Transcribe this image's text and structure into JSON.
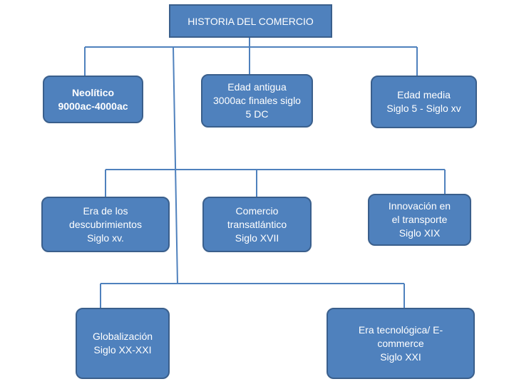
{
  "title": "HISTORIA DEL COMERCIO",
  "nodes": {
    "neolitico": {
      "line1": "Neolítico",
      "line2": "9000ac-4000ac"
    },
    "edad_antigua": {
      "line1": "Edad antigua",
      "line2": "3000ac finales siglo",
      "line3": "5 DC"
    },
    "edad_media": {
      "line1": "Edad media",
      "line2": "Siglo 5 - Siglo xv"
    },
    "descubrimientos": {
      "line1": "Era de los",
      "line2": "descubrimientos",
      "line3": "Siglo xv."
    },
    "transatlantico": {
      "line1": "Comercio",
      "line2": "transatlántico",
      "line3": "Siglo XVII"
    },
    "transporte": {
      "line1": "Innovación en",
      "line2": "el transporte",
      "line3": "Siglo XIX"
    },
    "globalizacion": {
      "line1": "Globalización",
      "line2": "Siglo XX-XXI"
    },
    "tecnologica": {
      "line1": "Era tecnológica/ E-",
      "line2": "commerce",
      "line3": "Siglo XXI"
    }
  },
  "colors": {
    "box_fill": "#4f81bd",
    "box_border": "#3a5f8c",
    "connector": "#4f81bd",
    "text": "#ffffff"
  }
}
